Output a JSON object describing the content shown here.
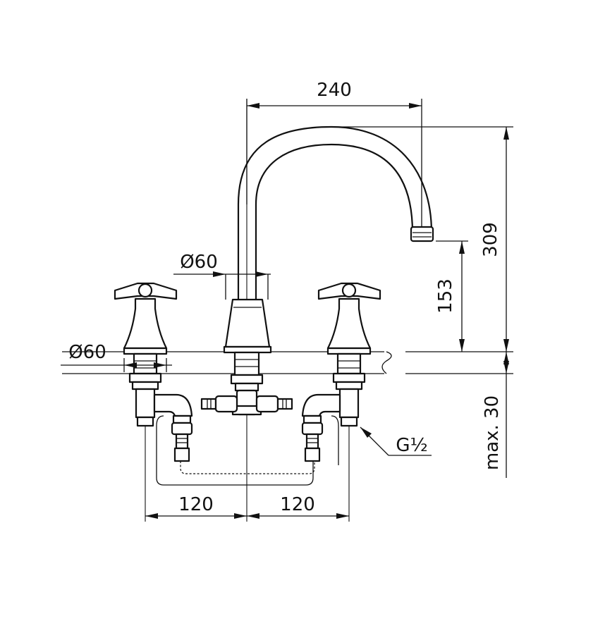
{
  "dimensions": {
    "spout_reach": "240",
    "total_height": "309",
    "spout_height": "153",
    "spout_base_diameter": "Ø60",
    "handle_diameter": "Ø60",
    "deck_thickness": "max. 30",
    "connection_thread": "G½",
    "left_spacing": "120",
    "right_spacing": "120"
  },
  "colors": {
    "line": "#111111",
    "background": "#ffffff"
  }
}
